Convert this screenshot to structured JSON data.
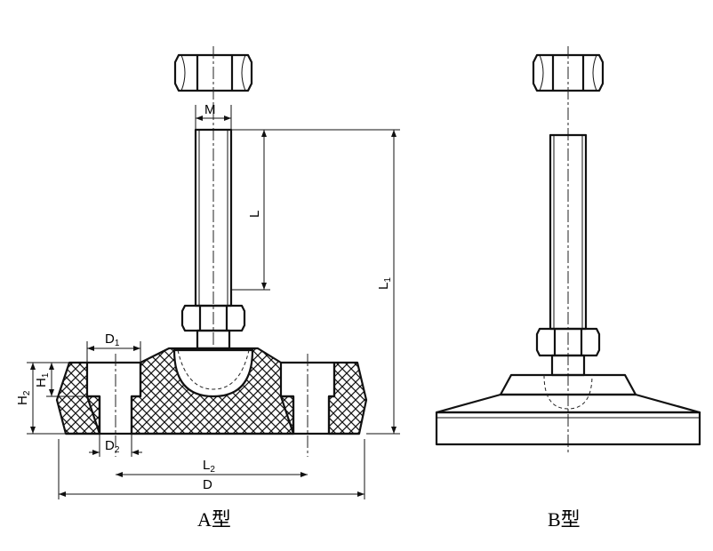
{
  "labels": {
    "M": "M",
    "L": "L",
    "L1_base": "L",
    "L1_sub": "1",
    "D1_base": "D",
    "D1_sub": "1",
    "D2_base": "D",
    "D2_sub": "2",
    "H1_base": "H",
    "H1_sub": "1",
    "H2_base": "H",
    "H2_sub": "2",
    "L2_base": "L",
    "L2_sub": "2",
    "D": "D"
  },
  "captions": {
    "type_a": "A型",
    "type_b": "B型"
  }
}
